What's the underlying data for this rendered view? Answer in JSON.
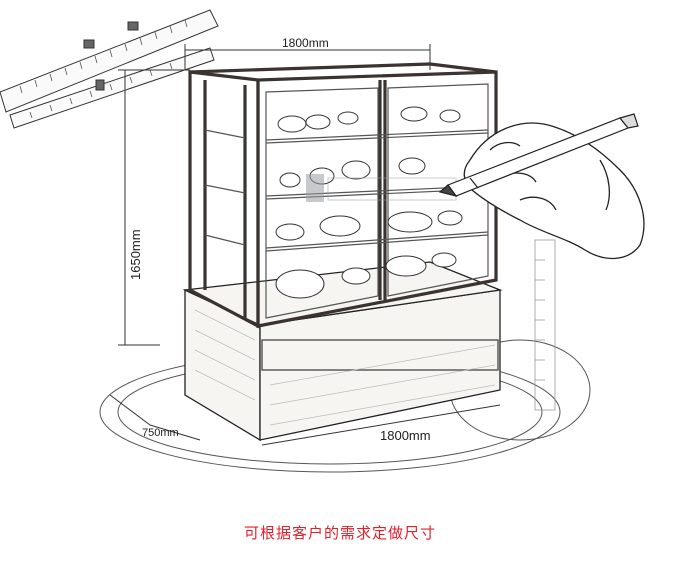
{
  "dimensions": {
    "top_width": "1800mm",
    "height": "1650mm",
    "depth": "750mm",
    "bottom_width": "1800mm"
  },
  "caption": {
    "text": "可根据客户的需求定做尺寸",
    "color": "#e0202a"
  },
  "colors": {
    "ink": "#1a1a1a",
    "frame": "#3a3330",
    "watermark": "#9aa0a6"
  },
  "icons": [
    "ruler-icon",
    "pencil-icon",
    "hand-icon",
    "cake-icon"
  ]
}
